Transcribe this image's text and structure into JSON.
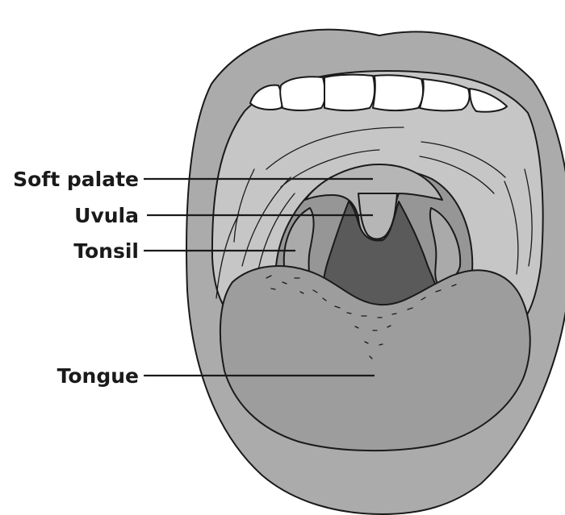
{
  "labels": {
    "soft_palate": "Soft palate",
    "uvula": "Uvula",
    "tonsil": "Tonsil",
    "tongue": "Tongue"
  },
  "colors": {
    "lips": "#ababab",
    "mouth_interior": "#c6c6c6",
    "throat_wall": "#969696",
    "soft_palate": "#b6b6b6",
    "pharynx": "#5a5a5a",
    "tongue": "#9d9d9d",
    "teeth": "#ffffff",
    "outline": "#1a1a1a"
  }
}
